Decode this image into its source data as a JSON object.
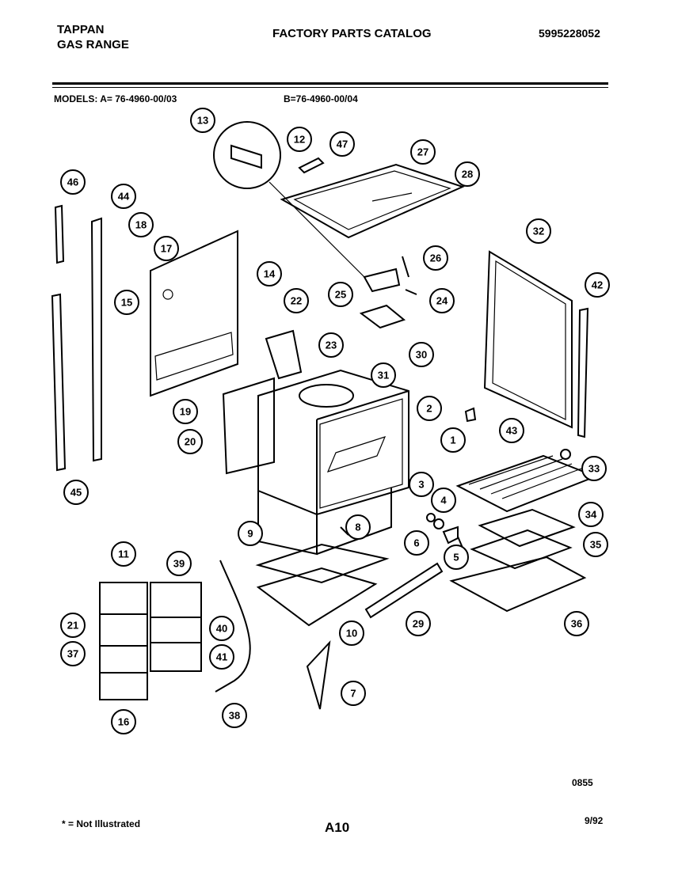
{
  "header": {
    "brand_line1": "TAPPAN",
    "brand_line2": "GAS RANGE",
    "catalog_title": "FACTORY PARTS CATALOG",
    "catalog_number": "5995228052"
  },
  "models": {
    "label_a": "MODELS:  A= 76-4960-00/03",
    "label_b": "B=76-4960-00/04"
  },
  "footer": {
    "footnote": "* = Not Illustrated",
    "page": "A10",
    "date": "9/92",
    "code": "0855"
  },
  "callouts": [
    {
      "n": "13"
    },
    {
      "n": "12"
    },
    {
      "n": "47"
    },
    {
      "n": "27"
    },
    {
      "n": "28"
    },
    {
      "n": "46"
    },
    {
      "n": "44"
    },
    {
      "n": "18"
    },
    {
      "n": "17"
    },
    {
      "n": "15"
    },
    {
      "n": "14"
    },
    {
      "n": "26"
    },
    {
      "n": "25"
    },
    {
      "n": "24"
    },
    {
      "n": "32"
    },
    {
      "n": "42"
    },
    {
      "n": "22"
    },
    {
      "n": "23"
    },
    {
      "n": "30"
    },
    {
      "n": "31"
    },
    {
      "n": "2"
    },
    {
      "n": "19"
    },
    {
      "n": "20"
    },
    {
      "n": "1"
    },
    {
      "n": "43"
    },
    {
      "n": "33"
    },
    {
      "n": "3"
    },
    {
      "n": "4"
    },
    {
      "n": "45"
    },
    {
      "n": "9"
    },
    {
      "n": "8"
    },
    {
      "n": "34"
    },
    {
      "n": "6"
    },
    {
      "n": "35"
    },
    {
      "n": "5"
    },
    {
      "n": "11"
    },
    {
      "n": "39"
    },
    {
      "n": "21"
    },
    {
      "n": "40"
    },
    {
      "n": "29"
    },
    {
      "n": "36"
    },
    {
      "n": "10"
    },
    {
      "n": "37"
    },
    {
      "n": "41"
    },
    {
      "n": "7"
    },
    {
      "n": "16"
    },
    {
      "n": "38"
    }
  ]
}
